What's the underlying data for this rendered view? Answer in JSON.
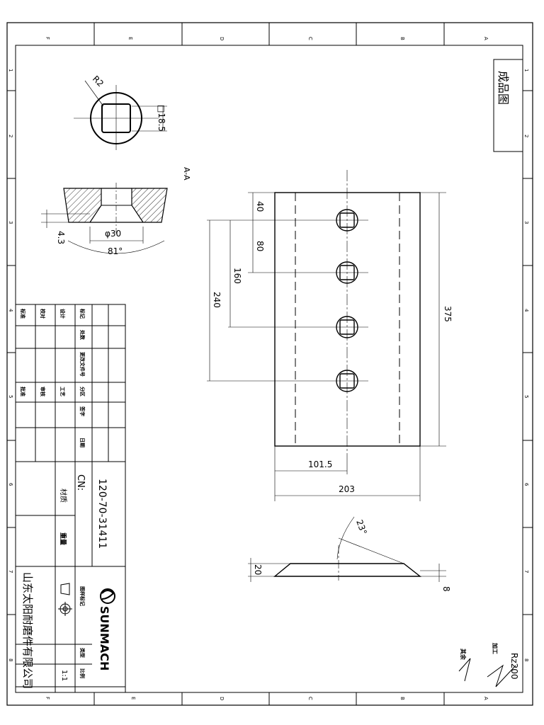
{
  "sheet": {
    "zone_letters": [
      "F",
      "E",
      "D",
      "C",
      "B",
      "A"
    ],
    "zone_numbers": [
      "1",
      "2",
      "3",
      "4",
      "5",
      "6",
      "7",
      "8"
    ],
    "drawing_title": "成品图",
    "section_label": "A-A"
  },
  "dimensions": {
    "corner_radius": "R2",
    "square_size": "□18.5",
    "chamfer_depth": "4.3",
    "hole_diameter": "φ30",
    "countersink_angle": "81°",
    "hole_offset_1": "40",
    "hole_offset_2": "80",
    "hole_offset_3": "160",
    "hole_offset_4": "240",
    "overall_length": "375",
    "half_width": "101.5",
    "overall_width": "203",
    "bevel_angle": "23°",
    "thickness": "20",
    "edge_thickness": "8"
  },
  "title_block": {
    "sign_labels": [
      "标记",
      "处数",
      "更改文件号",
      "分区",
      "签字",
      "日期"
    ],
    "role_labels_left": [
      "标准",
      "校对",
      "设计"
    ],
    "role_labels_right": [
      "批准",
      "审核",
      "工艺"
    ],
    "material_label": "材质",
    "weight_label": "重量",
    "cn_label": "CN:",
    "part_number": "120-70-31411",
    "brand_name": "SUNMACH",
    "marking_label": "图样标记",
    "type_label": "类型",
    "scale_label": "比例",
    "scale_value": "1:1",
    "company_name": "山东太阳耐磨件有限公司"
  },
  "surface_finish": {
    "process_label": "加工",
    "roughness_value": "Rz200",
    "remaining_label": "其余"
  }
}
